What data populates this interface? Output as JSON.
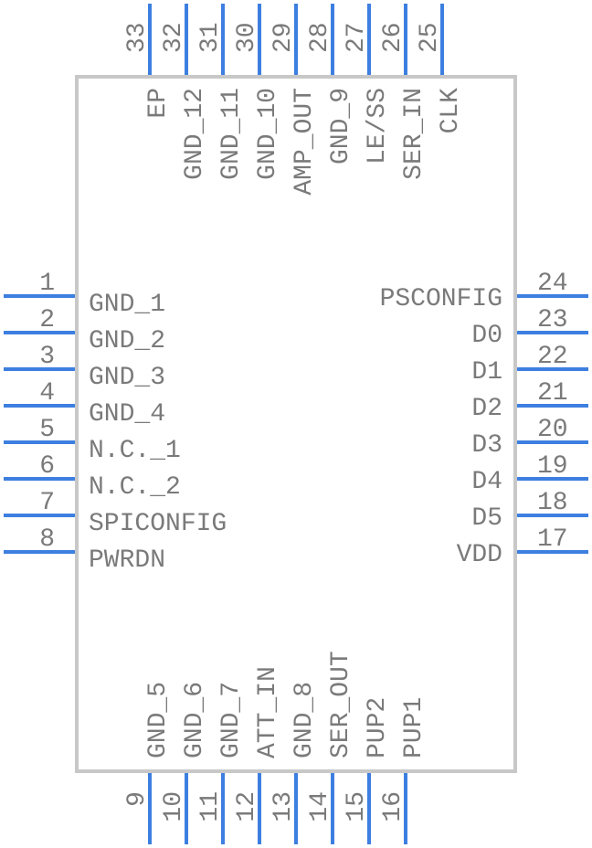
{
  "component": {
    "pins": {
      "left": [
        {
          "number": "1",
          "name": "GND_1"
        },
        {
          "number": "2",
          "name": "GND_2"
        },
        {
          "number": "3",
          "name": "GND_3"
        },
        {
          "number": "4",
          "name": "GND_4"
        },
        {
          "number": "5",
          "name": "N.C._1"
        },
        {
          "number": "6",
          "name": "N.C._2"
        },
        {
          "number": "7",
          "name": "SPICONFIG"
        },
        {
          "number": "8",
          "name": "PWRDN"
        }
      ],
      "right": [
        {
          "number": "24",
          "name": "PSCONFIG"
        },
        {
          "number": "23",
          "name": "D0"
        },
        {
          "number": "22",
          "name": "D1"
        },
        {
          "number": "21",
          "name": "D2"
        },
        {
          "number": "20",
          "name": "D3"
        },
        {
          "number": "19",
          "name": "D4"
        },
        {
          "number": "18",
          "name": "D5"
        },
        {
          "number": "17",
          "name": "VDD"
        }
      ],
      "bottom": [
        {
          "number": "9",
          "name": "GND_5"
        },
        {
          "number": "10",
          "name": "GND_6"
        },
        {
          "number": "11",
          "name": "GND_7"
        },
        {
          "number": "12",
          "name": "ATT_IN"
        },
        {
          "number": "13",
          "name": "GND_8"
        },
        {
          "number": "14",
          "name": "SER_OUT"
        },
        {
          "number": "15",
          "name": "PUP2"
        },
        {
          "number": "16",
          "name": "PUP1"
        }
      ],
      "top": [
        {
          "number": "33",
          "name": "EP"
        },
        {
          "number": "32",
          "name": "GND_12"
        },
        {
          "number": "31",
          "name": "GND_11"
        },
        {
          "number": "30",
          "name": "GND_10"
        },
        {
          "number": "29",
          "name": "AMP_OUT"
        },
        {
          "number": "28",
          "name": "GND_9"
        },
        {
          "number": "27",
          "name": "LE/SS"
        },
        {
          "number": "26",
          "name": "SER_IN"
        },
        {
          "number": "25",
          "name": "CLK"
        }
      ]
    },
    "colors": {
      "pin": "#3d7fe0",
      "body_outline": "#c8c8c8",
      "text": "#7a7a7a"
    }
  }
}
